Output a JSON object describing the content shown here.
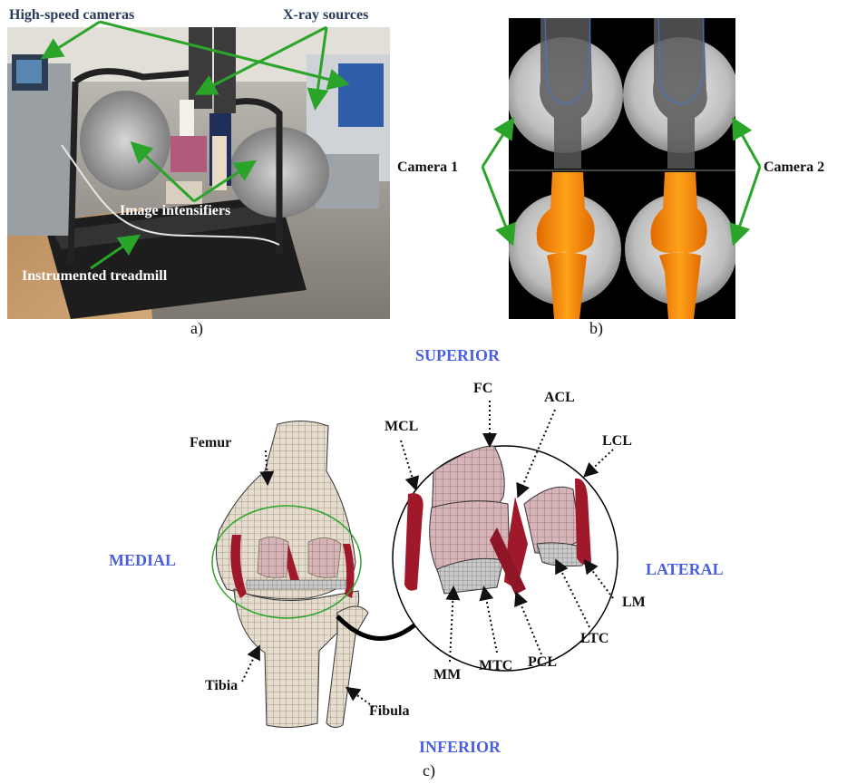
{
  "panel_a": {
    "caption": "a)",
    "labels": {
      "high_speed_cameras": "High-speed cameras",
      "xray_sources": "X-ray sources",
      "image_intensifiers": "Image intensifiers",
      "instrumented_treadmill": "Instrumented treadmill"
    }
  },
  "panel_b": {
    "caption": "b)",
    "camera1": "Camera 1",
    "camera2": "Camera 2"
  },
  "panel_c": {
    "caption": "c)",
    "directions": {
      "superior": "SUPERIOR",
      "inferior": "INFERIOR",
      "medial": "MEDIAL",
      "lateral": "LATERAL"
    },
    "bones": {
      "femur": "Femur",
      "tibia": "Tibia",
      "fibula": "Fibula"
    },
    "structures": {
      "mcl": "MCL",
      "fc": "FC",
      "acl": "ACL",
      "lcl": "LCL",
      "lm": "LM",
      "ltc": "LTC",
      "pcl": "PCL",
      "mtc": "MTC",
      "mm": "MM"
    }
  },
  "colors": {
    "direction_text": "#4a5fe0",
    "arrow_green": "#2aa52a",
    "bone_orange": "#ff8c00",
    "ligament_red": "#a0192b",
    "cartilage_pink": "#d8b8bc"
  }
}
